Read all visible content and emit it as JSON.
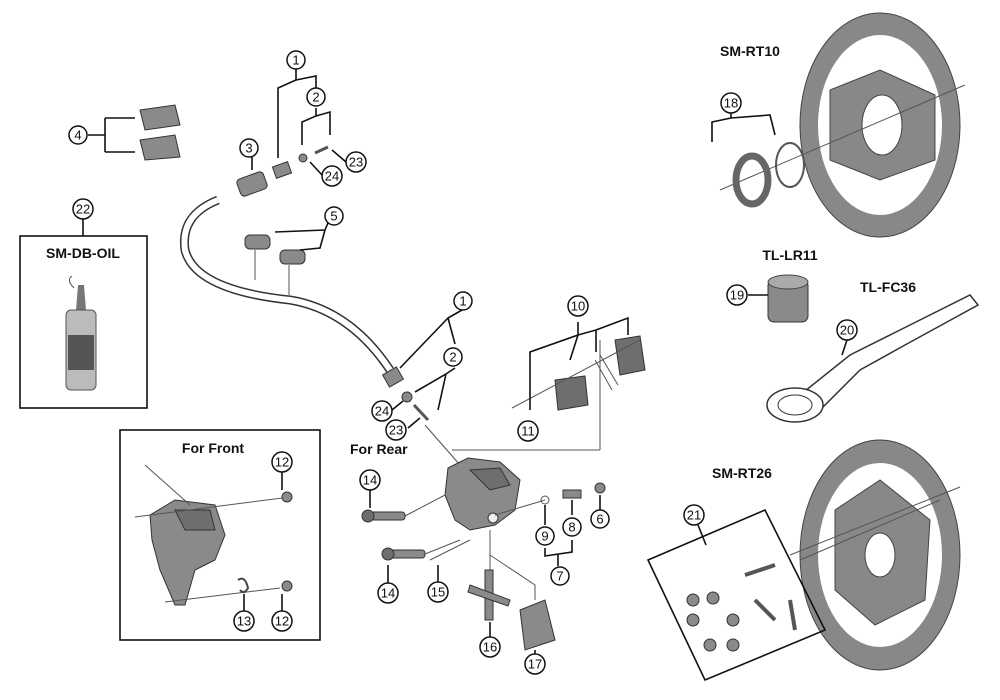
{
  "diagram": {
    "title_labels": {
      "oil": "SM-DB-OIL",
      "front": "For Front",
      "rear": "For Rear",
      "rotor_top": "SM-RT10",
      "tool_lr": "TL-LR11",
      "tool_fc": "TL-FC36",
      "rotor_bottom": "SM-RT26"
    },
    "callouts": {
      "c1a": "1",
      "c2a": "2",
      "c3": "3",
      "c4": "4",
      "c5": "5",
      "c23a": "23",
      "c24a": "24",
      "c22": "22",
      "c1b": "1",
      "c2b": "2",
      "c24b": "24",
      "c23b": "23",
      "c10": "10",
      "c11": "11",
      "c12a": "12",
      "c12b": "12",
      "c13": "13",
      "c14a": "14",
      "c14b": "14",
      "c15": "15",
      "c16": "16",
      "c17": "17",
      "c6": "6",
      "c7": "7",
      "c8": "8",
      "c9": "9",
      "c18": "18",
      "c19": "19",
      "c20": "20",
      "c21": "21"
    }
  }
}
